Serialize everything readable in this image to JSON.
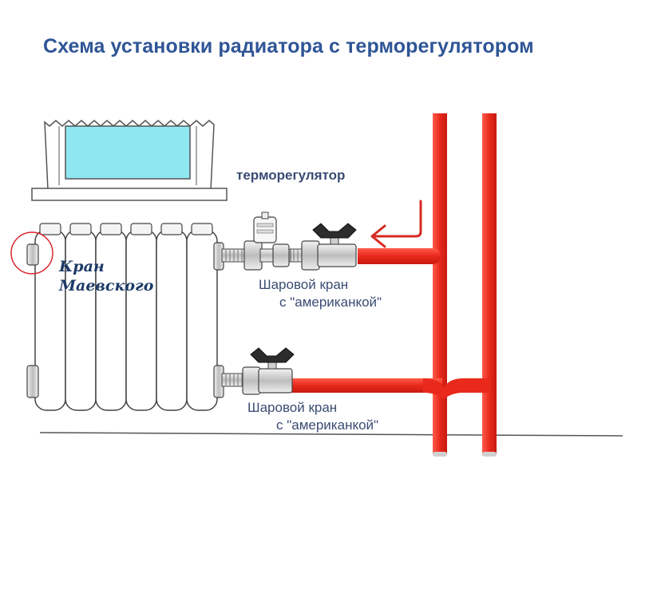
{
  "title": "Схема установки радиатора с терморегулятором",
  "labels": {
    "thermoregulator": "терморегулятор",
    "mayevsky_line1": "Кран",
    "mayevsky_line2": "Маевского",
    "upper_valve_line1": "Шаровой кран",
    "upper_valve_line2": "с \"американкой\"",
    "lower_valve_line1": "Шаровой кран",
    "lower_valve_line2": "с \"американкой\""
  },
  "colors": {
    "title": "#2f5596",
    "pipe": "#e8291c",
    "arrow": "#d42a22",
    "window_glass": "#8fe8f0",
    "highlight_circle": "#d9262c"
  }
}
